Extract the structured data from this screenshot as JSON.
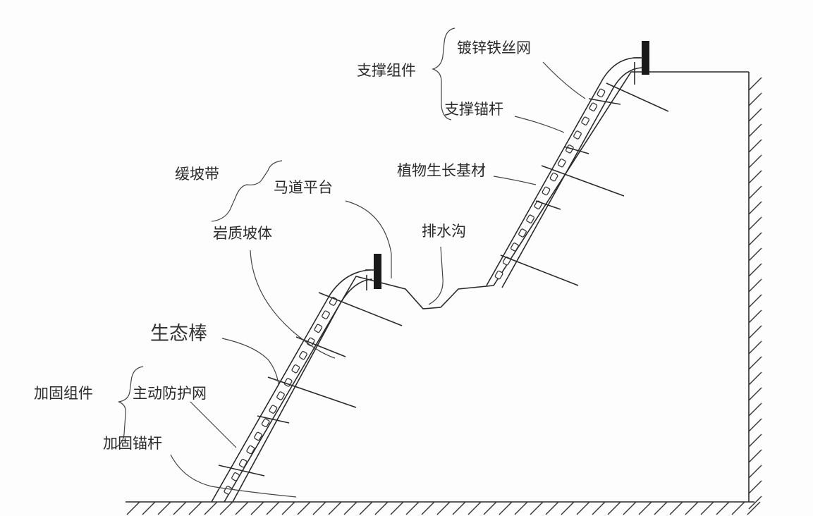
{
  "labels": {
    "support_assembly": "支撑组件",
    "galvanized_wire_mesh": "镀锌铁丝网",
    "support_anchor": "支撑锚杆",
    "plant_growth_substrate": "植物生长基材",
    "gentle_slope_belt": "缓坡带",
    "berm_platform": "马道平台",
    "rock_slope": "岩质坡体",
    "drainage_ditch": "排水沟",
    "eco_rod": "生态棒",
    "reinforcement_assembly": "加固组件",
    "active_protection_net": "主动防护网",
    "reinforcement_anchor": "加固锚杆"
  },
  "colors": {
    "line": "#2a2a2a",
    "post": "#1a1a1a",
    "background": "#fdfdfd"
  }
}
